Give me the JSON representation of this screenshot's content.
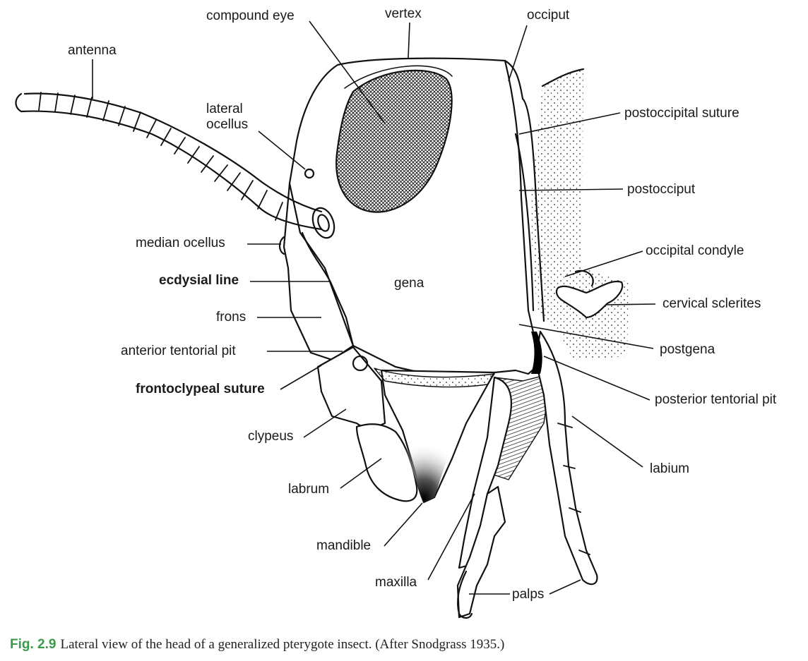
{
  "figure": {
    "number": "Fig. 2.9",
    "caption": "Lateral view of the head of a generalized pterygote insect. (After Snodgrass 1935.)",
    "accent_color": "#3a9a4a"
  },
  "labels": {
    "antenna": "antenna",
    "compound_eye": "compound eye",
    "vertex": "vertex",
    "occiput": "occiput",
    "lateral_ocellus": "lateral\nocellus",
    "postoccipital_suture": "postoccipital suture",
    "postocciput": "postocciput",
    "median_ocellus": "median ocellus",
    "occipital_condyle": "occipital condyle",
    "ecdysial_line": "ecdysial line",
    "gena": "gena",
    "cervical_sclerites": "cervical sclerites",
    "frons": "frons",
    "postgena": "postgena",
    "anterior_tentorial_pit": "anterior tentorial pit",
    "frontoclypeal_suture": "frontoclypeal suture",
    "posterior_tentorial_pit": "posterior tentorial pit",
    "clypeus": "clypeus",
    "labium": "labium",
    "labrum": "labrum",
    "mandible": "mandible",
    "maxilla": "maxilla",
    "palps": "palps"
  }
}
